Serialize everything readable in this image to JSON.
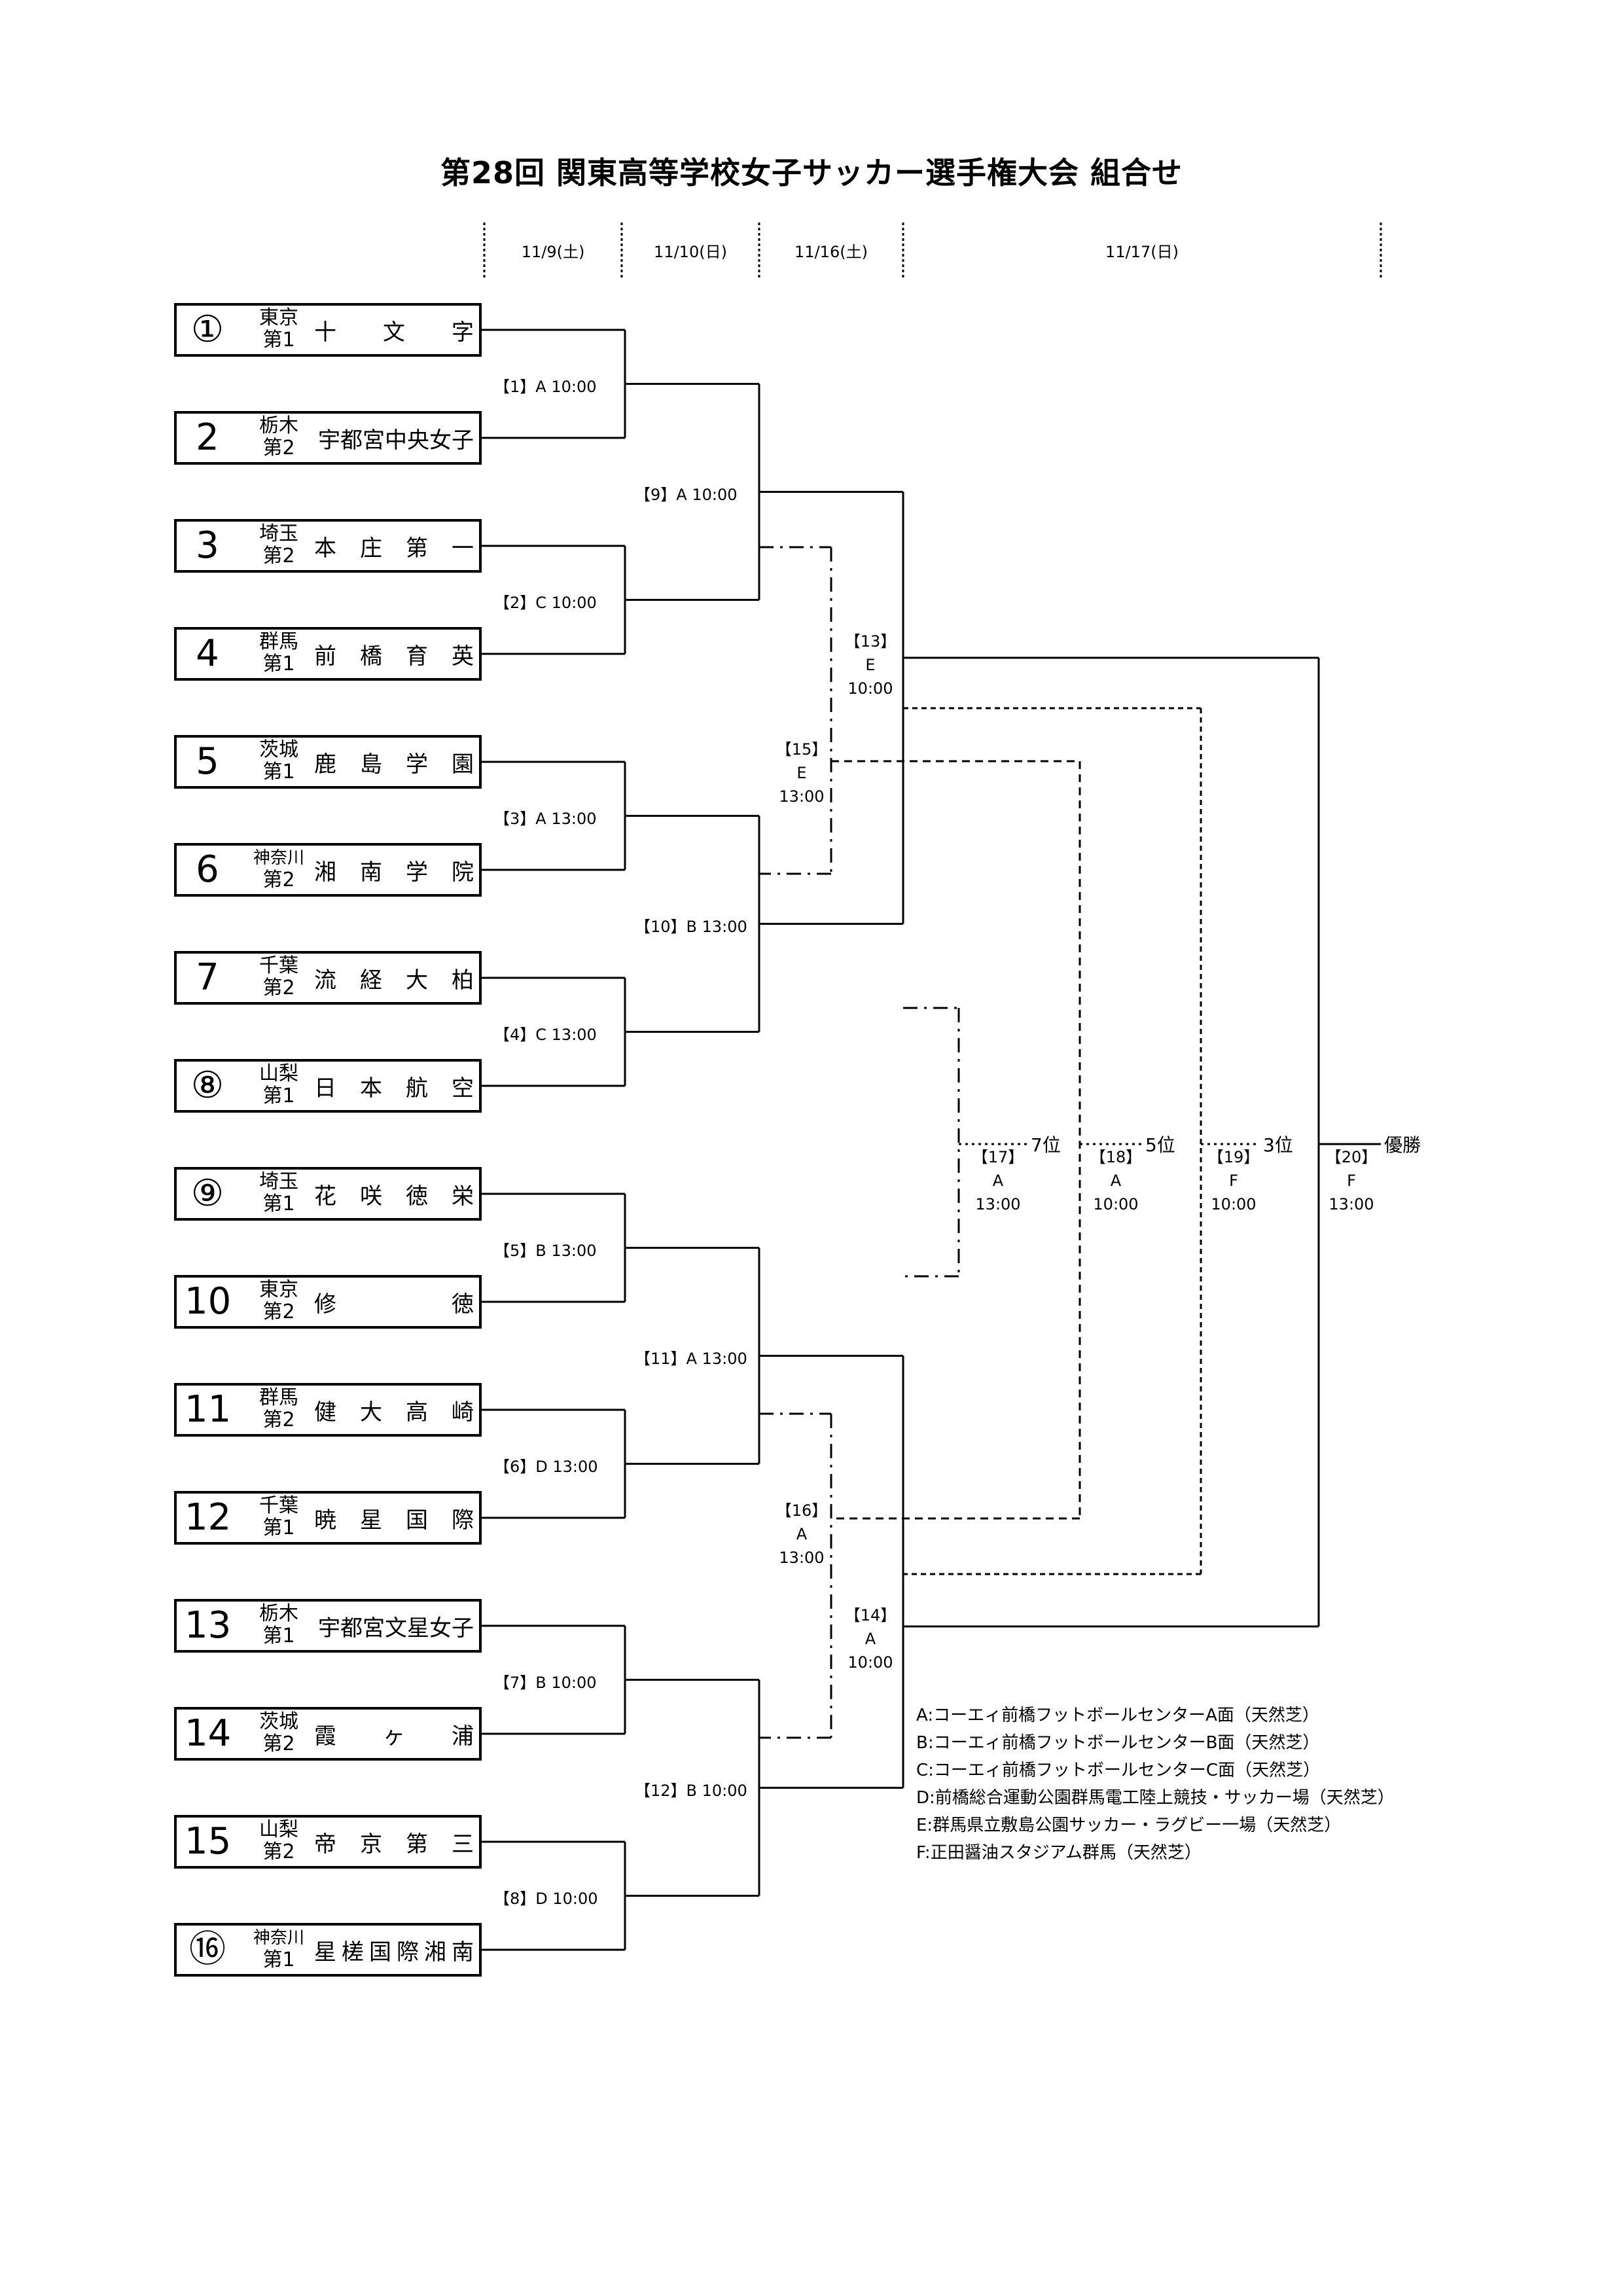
{
  "title": "第28回 関東高等学校女子サッカー選手権大会 組合せ",
  "dates": [
    "11/9(土)",
    "11/10(日)",
    "11/16(土)",
    "11/17(日)"
  ],
  "teams": [
    {
      "seed": "①",
      "pref": "東京",
      "rank": "第1",
      "name": [
        "十",
        "文",
        "字"
      ]
    },
    {
      "seed": "2",
      "pref": "栃木",
      "rank": "第2",
      "name": [
        "宇都宮中央女子"
      ]
    },
    {
      "seed": "3",
      "pref": "埼玉",
      "rank": "第2",
      "name": [
        "本",
        "庄",
        "第",
        "一"
      ]
    },
    {
      "seed": "4",
      "pref": "群馬",
      "rank": "第1",
      "name": [
        "前",
        "橋",
        "育",
        "英"
      ]
    },
    {
      "seed": "5",
      "pref": "茨城",
      "rank": "第1",
      "name": [
        "鹿",
        "島",
        "学",
        "園"
      ]
    },
    {
      "seed": "6",
      "pref": "神奈川",
      "rank": "第2",
      "name": [
        "湘",
        "南",
        "学",
        "院"
      ]
    },
    {
      "seed": "7",
      "pref": "千葉",
      "rank": "第2",
      "name": [
        "流",
        "経",
        "大",
        "柏"
      ]
    },
    {
      "seed": "⑧",
      "pref": "山梨",
      "rank": "第1",
      "name": [
        "日",
        "本",
        "航",
        "空"
      ]
    },
    {
      "seed": "⑨",
      "pref": "埼玉",
      "rank": "第1",
      "name": [
        "花",
        "咲",
        "徳",
        "栄"
      ]
    },
    {
      "seed": "10",
      "pref": "東京",
      "rank": "第2",
      "name": [
        "修",
        "徳"
      ]
    },
    {
      "seed": "11",
      "pref": "群馬",
      "rank": "第2",
      "name": [
        "健",
        "大",
        "高",
        "崎"
      ]
    },
    {
      "seed": "12",
      "pref": "千葉",
      "rank": "第1",
      "name": [
        "暁",
        "星",
        "国",
        "際"
      ]
    },
    {
      "seed": "13",
      "pref": "栃木",
      "rank": "第1",
      "name": [
        "宇都宮文星女子"
      ]
    },
    {
      "seed": "14",
      "pref": "茨城",
      "rank": "第2",
      "name": [
        "霞",
        "ヶ",
        "浦"
      ]
    },
    {
      "seed": "15",
      "pref": "山梨",
      "rank": "第2",
      "name": [
        "帝",
        "京",
        "第",
        "三"
      ]
    },
    {
      "seed": "⑯",
      "pref": "神奈川",
      "rank": "第1",
      "name": [
        "星",
        "槎",
        "国",
        "際",
        "湘",
        "南"
      ]
    }
  ],
  "r1": [
    "【1】A 10:00",
    "【2】C 10:00",
    "【3】A 13:00",
    "【4】C 13:00",
    "【5】B 13:00",
    "【6】D 13:00",
    "【7】B 10:00",
    "【8】D 10:00"
  ],
  "r2": [
    "【9】A 10:00",
    "【10】B 13:00",
    "【11】A 13:00",
    "【12】B 10:00"
  ],
  "semis": [
    [
      "【13】",
      "E",
      "10:00"
    ],
    [
      "【15】",
      "E",
      "13:00"
    ],
    [
      "【16】",
      "A",
      "13:00"
    ],
    [
      "【14】",
      "A",
      "10:00"
    ]
  ],
  "finals": [
    [
      "【17】",
      "A",
      "13:00"
    ],
    [
      "【18】",
      "A",
      "10:00"
    ],
    [
      "【19】",
      "F",
      "10:00"
    ],
    [
      "【20】",
      "F",
      "13:00"
    ]
  ],
  "places": [
    "7位",
    "5位",
    "3位",
    "優勝"
  ],
  "legend": [
    "A:コーエィ前橋フットボールセンターA面（天然芝）",
    "B:コーエィ前橋フットボールセンターB面（天然芝）",
    "C:コーエィ前橋フットボールセンターC面（天然芝）",
    "D:前橋総合運動公園群馬電工陸上競技・サッカー場（天然芝）",
    "E:群馬県立敷島公園サッカー・ラグビー一場（天然芝）",
    "F:正田醤油スタジアム群馬（天然芝）"
  ]
}
